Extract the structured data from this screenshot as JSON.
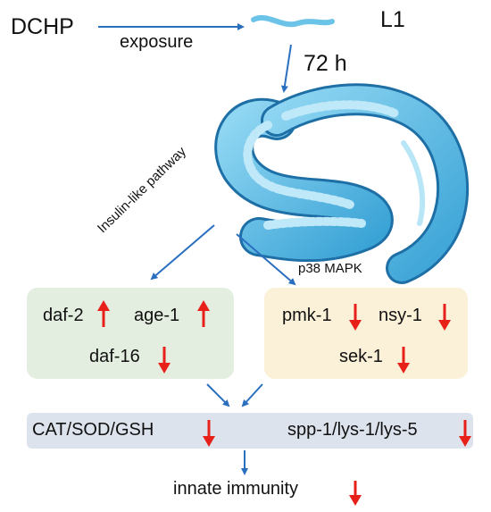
{
  "inputs": {
    "compound": "DCHP",
    "exposure_label": "exposure",
    "stage": "L1",
    "duration": "72 h"
  },
  "pathways": {
    "insulin": "Insulin-like pathway",
    "mapk": "p38 MAPK"
  },
  "insulin_genes": [
    {
      "name": "daf-2",
      "direction": "up"
    },
    {
      "name": "age-1",
      "direction": "up"
    },
    {
      "name": "daf-16",
      "direction": "down"
    }
  ],
  "mapk_genes": [
    {
      "name": "pmk-1",
      "direction": "down"
    },
    {
      "name": "nsy-1",
      "direction": "down"
    },
    {
      "name": "sek-1",
      "direction": "down"
    }
  ],
  "outputs": {
    "antioxidants": "CAT/SOD/GSH",
    "antimicrobials": "spp-1/lys-1/lys-5",
    "final": "innate immunity"
  },
  "colors": {
    "arrow_blue": "#2a6fbf",
    "down_red": "#e8201a",
    "insulin_box": "#e3ede0",
    "mapk_box": "#fbf0d8",
    "output_bar": "#dde3ec",
    "worm_body": "#5cbde6"
  }
}
